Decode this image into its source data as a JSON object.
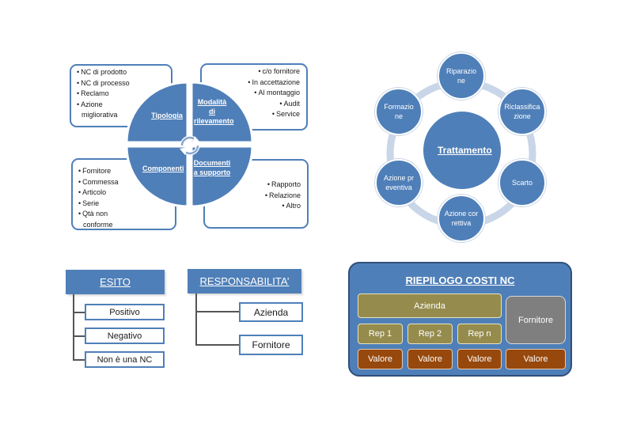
{
  "quadrant": {
    "labels": {
      "tipologia": "Tipologia",
      "modalita": "Modalità di rilevamento",
      "componenti": "Componenti",
      "documenti": "Documenti a supporto"
    },
    "tipologia_items": [
      "NC di prodotto",
      "NC di processo",
      "Reclamo",
      "Azione migliorativa"
    ],
    "modalita_items": [
      "c/o fornitore",
      "In accettazione",
      "Al montaggio",
      "Audit",
      "Service"
    ],
    "componenti_items": [
      "Fornitore",
      "Commessa",
      "Articolo",
      "Serie",
      "Qtà non conforme"
    ],
    "documenti_items": [
      "Rapporto",
      "Relazione",
      "Altro"
    ]
  },
  "cycle": {
    "center": "Trattamento",
    "nodes": {
      "riparazione": "Riparazione",
      "riclassificazione": "Riclassificazione",
      "scarto": "Scarto",
      "azione_correttiva": "Azione correttiva",
      "azione_preventiva": "Azione preventiva",
      "formazione": "Formazione"
    }
  },
  "esito": {
    "title": "ESITO",
    "items": [
      "Positivo",
      "Negativo",
      "Non è una NC"
    ]
  },
  "responsabilita": {
    "title": "RESPONSABILITA’",
    "items": [
      "Azienda",
      "Fornitore"
    ]
  },
  "costi": {
    "title": "RIEPILOGO COSTI NC",
    "azienda": "Azienda",
    "fornitore": "Fornitore",
    "reps": [
      "Rep 1",
      "Rep 2",
      "Rep n"
    ],
    "valori": [
      "Valore",
      "Valore",
      "Valore",
      "Valore"
    ]
  },
  "colors": {
    "accent_blue": "#4f7fb8",
    "olive": "#958b4c",
    "brown": "#97480c",
    "gray": "#7f7f7f"
  }
}
